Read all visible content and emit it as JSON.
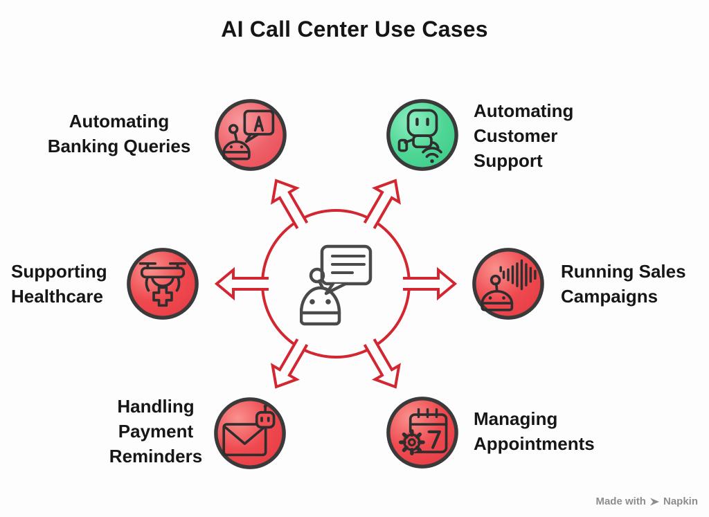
{
  "title": "AI Call Center Use Cases",
  "colors": {
    "hub_stroke_red": "#d22630",
    "node_red": "#ef4a50",
    "node_red_light": "#ee5f67",
    "node_green": "#4fd695",
    "node_outline": "#3a3a3a",
    "glyph_stroke": "#2e2e2e",
    "center_icon_stroke": "#4a4a4a",
    "text": "#161616",
    "watermark_gray": "#8d8d8d"
  },
  "hub": {
    "icon": "chatbot-speech-bubble-icon"
  },
  "spokes": [
    {
      "label": "Automating\nBanking Queries",
      "icon": "robot-chat-letter-a-icon",
      "color": "red-light"
    },
    {
      "label": "Automating\nCustomer\nSupport",
      "icon": "robot-wifi-icon",
      "color": "green"
    },
    {
      "label": "Supporting\nHealthcare",
      "icon": "medical-drone-icon",
      "color": "red"
    },
    {
      "label": "Running Sales\nCampaigns",
      "icon": "robot-soundwave-icon",
      "color": "red"
    },
    {
      "label": "Handling\nPayment\nReminders",
      "icon": "robot-envelope-icon",
      "color": "red"
    },
    {
      "label": "Managing\nAppointments",
      "icon": "calendar-gear-icon",
      "color": "red"
    }
  ],
  "watermark": {
    "prefix": "Made with",
    "brand": "Napkin",
    "icon": "napkin-logo-icon"
  }
}
